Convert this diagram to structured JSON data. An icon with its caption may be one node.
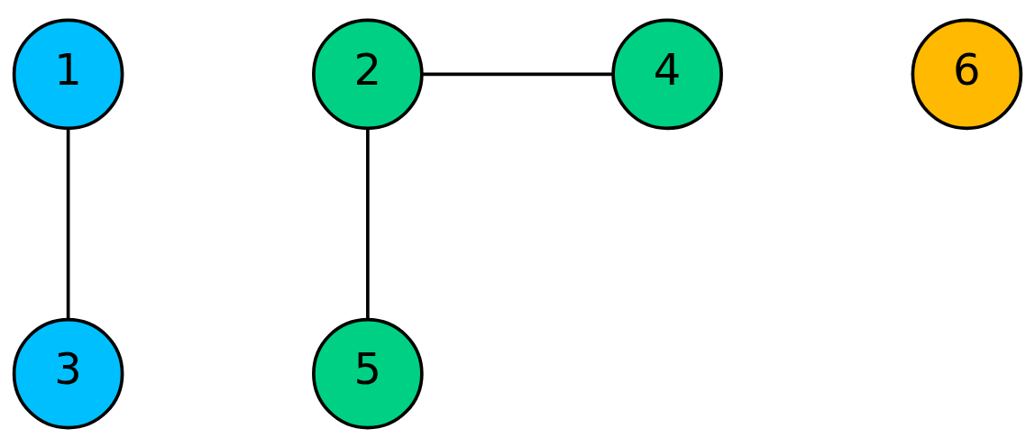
{
  "diagram": {
    "nodes": [
      {
        "text": [
          "1"
        ]
      },
      {
        "text": [
          "2"
        ]
      },
      {
        "text": [
          "4"
        ]
      },
      {
        "text": [
          "6"
        ]
      },
      {
        "text": [
          "3"
        ]
      },
      {
        "text": [
          "5"
        ]
      }
    ],
    "edges": [
      {
        "from": 0,
        "to": 4,
        "arrow": "none"
      },
      {
        "from": 1,
        "to": 2,
        "arrow": "none"
      },
      {
        "from": 1,
        "to": 5,
        "arrow": "none"
      }
    ]
  }
}
